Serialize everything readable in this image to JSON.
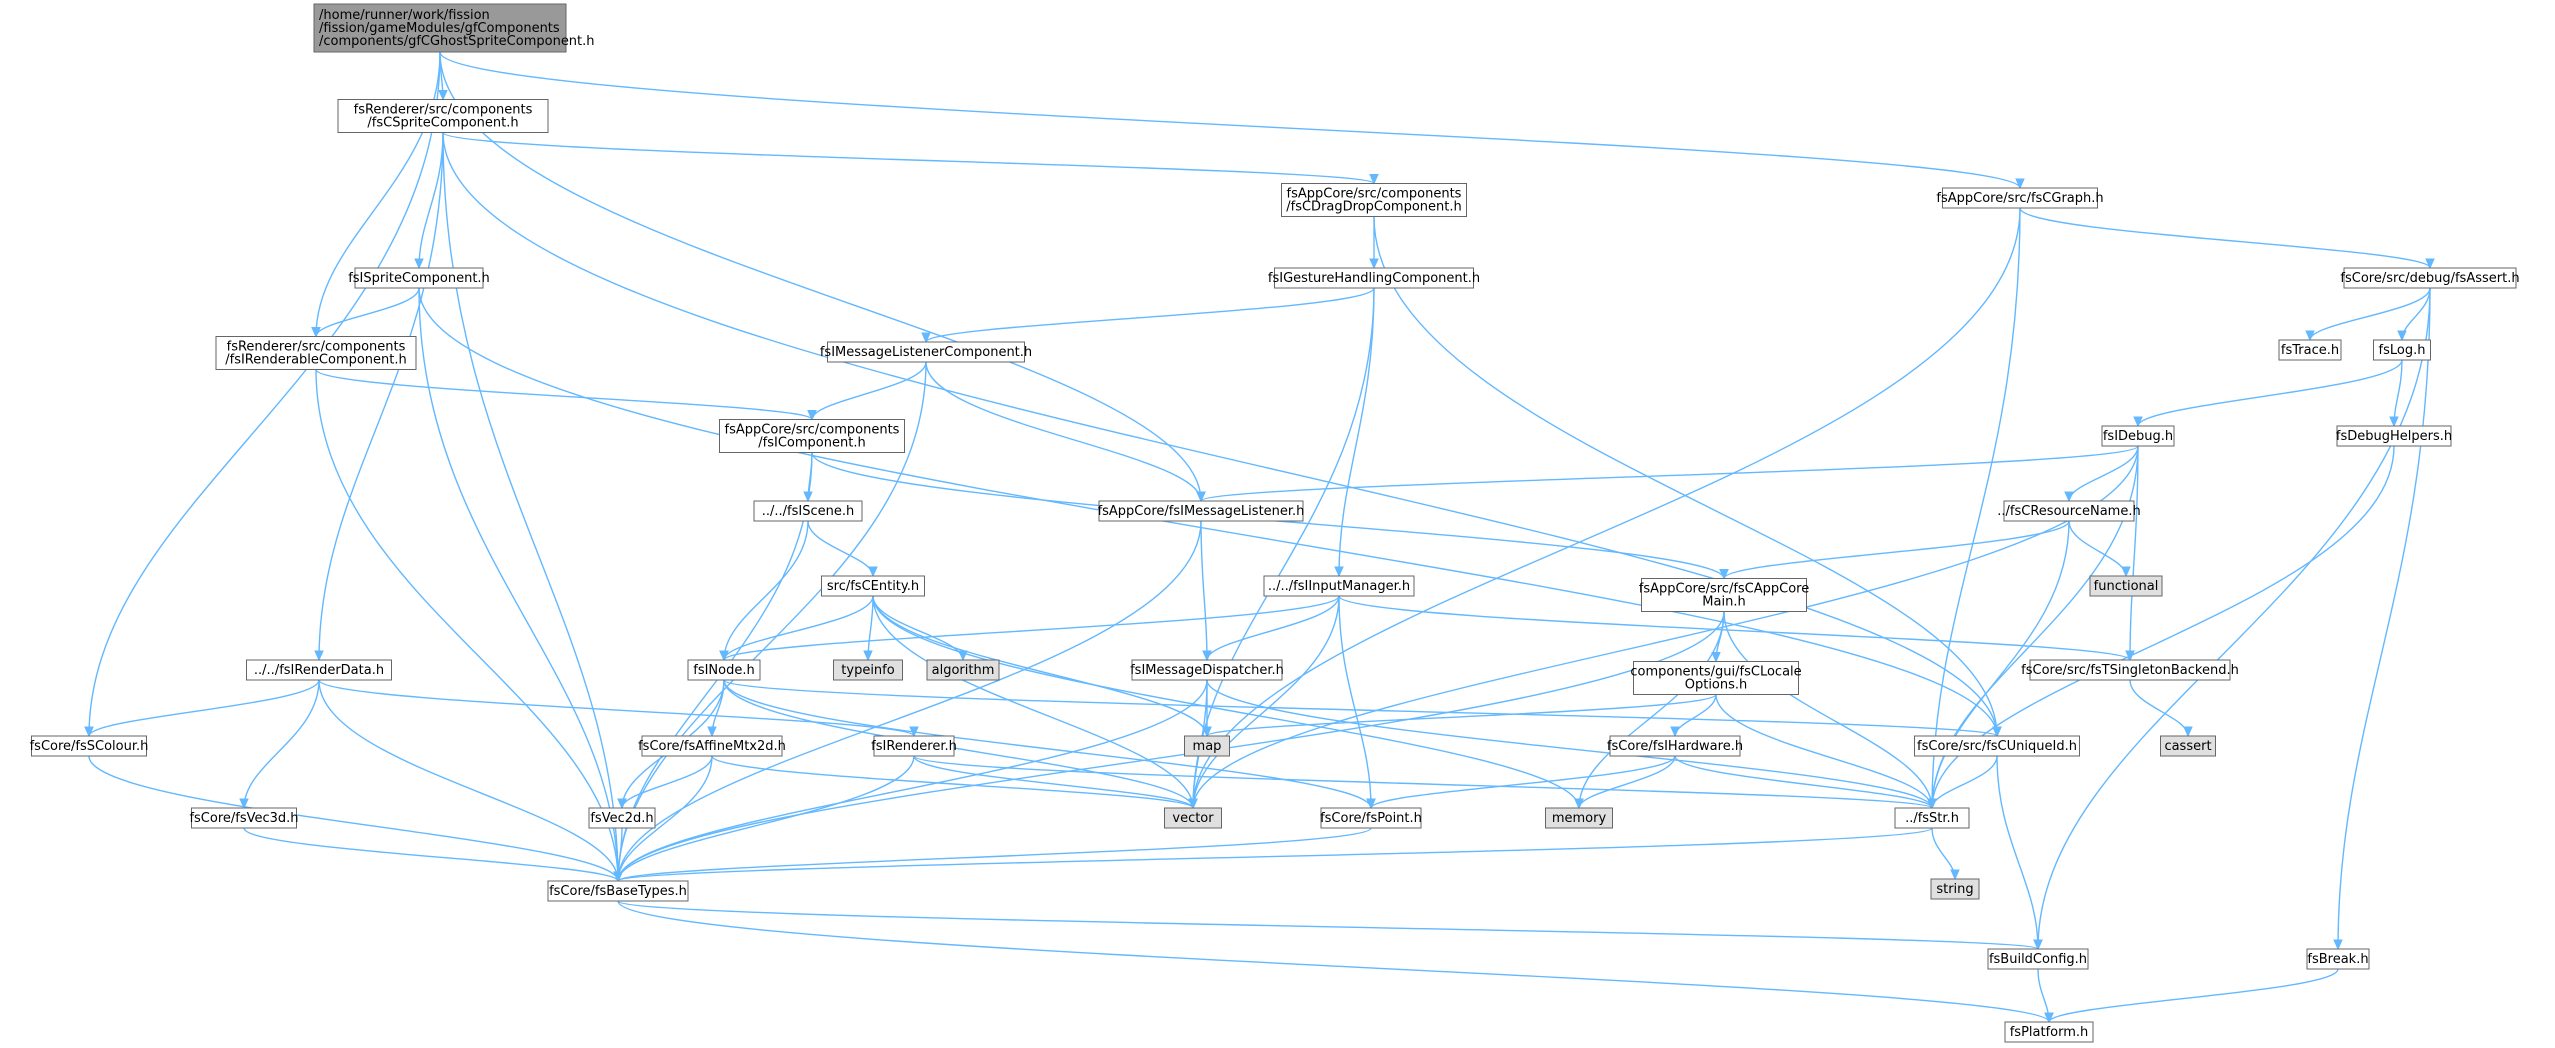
{
  "colors": {
    "root_fill": "#999999",
    "normal_fill": "#ffffff",
    "system_fill": "#e0e0e0",
    "border": "#666666",
    "edge": "#63b8ff",
    "text": "#000000"
  },
  "nodes": [
    {
      "id": "root",
      "kind": "root",
      "lines": [
        "/home/runner/work/fission",
        "/fission/gameModules/gfComponents",
        "/components/gfCGhostSpriteComponent.h"
      ]
    },
    {
      "id": "spritecomp",
      "kind": "normal",
      "lines": [
        "fsRenderer/src/components",
        "/fsCSpriteComponent.h"
      ]
    },
    {
      "id": "cgraph",
      "kind": "normal",
      "lines": [
        "fsAppCore/src/fsCGraph.h"
      ]
    },
    {
      "id": "dragdrop",
      "kind": "normal",
      "lines": [
        "fsAppCore/src/components",
        "/fsCDragDropComponent.h"
      ]
    },
    {
      "id": "assert",
      "kind": "normal",
      "lines": [
        "fsCore/src/debug/fsAssert.h"
      ]
    },
    {
      "id": "isprite",
      "kind": "normal",
      "lines": [
        "fsISpriteComponent.h"
      ]
    },
    {
      "id": "gesture",
      "kind": "normal",
      "lines": [
        "fsIGestureHandlingComponent.h"
      ]
    },
    {
      "id": "trace",
      "kind": "normal",
      "lines": [
        "fsTrace.h"
      ]
    },
    {
      "id": "log",
      "kind": "normal",
      "lines": [
        "fsLog.h"
      ]
    },
    {
      "id": "renderable",
      "kind": "normal",
      "lines": [
        "fsRenderer/src/components",
        "/fsIRenderableComponent.h"
      ]
    },
    {
      "id": "msglistcomp",
      "kind": "normal",
      "lines": [
        "fsIMessageListenerComponent.h"
      ]
    },
    {
      "id": "icomponent",
      "kind": "normal",
      "lines": [
        "fsAppCore/src/components",
        "/fsIComponent.h"
      ]
    },
    {
      "id": "idebug",
      "kind": "normal",
      "lines": [
        "fsIDebug.h"
      ]
    },
    {
      "id": "debughelpers",
      "kind": "normal",
      "lines": [
        "fsDebugHelpers.h"
      ]
    },
    {
      "id": "iscene",
      "kind": "normal",
      "lines": [
        "../../fsIScene.h"
      ]
    },
    {
      "id": "msglistener",
      "kind": "normal",
      "lines": [
        "fsAppCore/fsIMessageListener.h"
      ]
    },
    {
      "id": "resname",
      "kind": "normal",
      "lines": [
        "../fsCResourceName.h"
      ]
    },
    {
      "id": "functional",
      "kind": "system",
      "lines": [
        "functional"
      ]
    },
    {
      "id": "entity",
      "kind": "normal",
      "lines": [
        "src/fsCEntity.h"
      ]
    },
    {
      "id": "inputmgr",
      "kind": "normal",
      "lines": [
        "../../fsIInputManager.h"
      ]
    },
    {
      "id": "appcoremain",
      "kind": "normal",
      "lines": [
        "fsAppCore/src/fsCAppCore",
        "Main.h"
      ]
    },
    {
      "id": "renderdata",
      "kind": "normal",
      "lines": [
        "../../fsIRenderData.h"
      ]
    },
    {
      "id": "inode",
      "kind": "normal",
      "lines": [
        "fsINode.h"
      ]
    },
    {
      "id": "typeinfo",
      "kind": "system",
      "lines": [
        "typeinfo"
      ]
    },
    {
      "id": "algorithm",
      "kind": "system",
      "lines": [
        "algorithm"
      ]
    },
    {
      "id": "msgdispatcher",
      "kind": "normal",
      "lines": [
        "fsIMessageDispatcher.h"
      ]
    },
    {
      "id": "localeopts",
      "kind": "normal",
      "lines": [
        "components/gui/fsCLocale",
        "Options.h"
      ]
    },
    {
      "id": "singleton",
      "kind": "normal",
      "lines": [
        "fsCore/src/fsTSingletonBackend.h"
      ]
    },
    {
      "id": "map",
      "kind": "system",
      "lines": [
        "map"
      ]
    },
    {
      "id": "cassert",
      "kind": "system",
      "lines": [
        "cassert"
      ]
    },
    {
      "id": "scolour",
      "kind": "normal",
      "lines": [
        "fsCore/fsSColour.h"
      ]
    },
    {
      "id": "affine",
      "kind": "normal",
      "lines": [
        "fsCore/fsAffineMtx2d.h"
      ]
    },
    {
      "id": "irenderer",
      "kind": "normal",
      "lines": [
        "fsIRenderer.h"
      ]
    },
    {
      "id": "ihardware",
      "kind": "normal",
      "lines": [
        "fsCore/fsIHardware.h"
      ]
    },
    {
      "id": "cuniqueid",
      "kind": "normal",
      "lines": [
        "fsCore/src/fsCUniqueId.h"
      ]
    },
    {
      "id": "vec3d",
      "kind": "normal",
      "lines": [
        "fsCore/fsVec3d.h"
      ]
    },
    {
      "id": "vec2d",
      "kind": "normal",
      "lines": [
        "fsVec2d.h"
      ]
    },
    {
      "id": "vector",
      "kind": "system",
      "lines": [
        "vector"
      ]
    },
    {
      "id": "point",
      "kind": "normal",
      "lines": [
        "fsCore/fsPoint.h"
      ]
    },
    {
      "id": "memory",
      "kind": "system",
      "lines": [
        "memory"
      ]
    },
    {
      "id": "fsstr",
      "kind": "normal",
      "lines": [
        "../fsStr.h"
      ]
    },
    {
      "id": "string",
      "kind": "system",
      "lines": [
        "string"
      ]
    },
    {
      "id": "basetypes",
      "kind": "normal",
      "lines": [
        "fsCore/fsBaseTypes.h"
      ]
    },
    {
      "id": "buildconfig",
      "kind": "normal",
      "lines": [
        "fsBuildConfig.h"
      ]
    },
    {
      "id": "break",
      "kind": "normal",
      "lines": [
        "fsBreak.h"
      ]
    },
    {
      "id": "platform",
      "kind": "normal",
      "lines": [
        "fsPlatform.h"
      ]
    }
  ],
  "edges": [
    [
      "root",
      "spritecomp"
    ],
    [
      "root",
      "cgraph"
    ],
    [
      "root",
      "renderable"
    ],
    [
      "root",
      "msglistener"
    ],
    [
      "root",
      "scolour"
    ],
    [
      "spritecomp",
      "dragdrop"
    ],
    [
      "spritecomp",
      "isprite"
    ],
    [
      "spritecomp",
      "renderdata"
    ],
    [
      "spritecomp",
      "cuniqueid"
    ],
    [
      "spritecomp",
      "basetypes"
    ],
    [
      "cgraph",
      "assert"
    ],
    [
      "cgraph",
      "vector"
    ],
    [
      "cgraph",
      "fsstr"
    ],
    [
      "dragdrop",
      "gesture"
    ],
    [
      "dragdrop",
      "cuniqueid"
    ],
    [
      "assert",
      "trace"
    ],
    [
      "assert",
      "log"
    ],
    [
      "assert",
      "break"
    ],
    [
      "assert",
      "buildconfig"
    ],
    [
      "isprite",
      "renderable"
    ],
    [
      "isprite",
      "basetypes"
    ],
    [
      "isprite",
      "cuniqueid"
    ],
    [
      "gesture",
      "msglistcomp"
    ],
    [
      "gesture",
      "inputmgr"
    ],
    [
      "gesture",
      "vector"
    ],
    [
      "log",
      "idebug"
    ],
    [
      "log",
      "debughelpers"
    ],
    [
      "renderable",
      "icomponent"
    ],
    [
      "renderable",
      "basetypes"
    ],
    [
      "msglistcomp",
      "icomponent"
    ],
    [
      "msglistcomp",
      "msglistener"
    ],
    [
      "msglistcomp",
      "basetypes"
    ],
    [
      "icomponent",
      "iscene"
    ],
    [
      "icomponent",
      "appcoremain"
    ],
    [
      "icomponent",
      "basetypes"
    ],
    [
      "idebug",
      "msglistener"
    ],
    [
      "idebug",
      "resname"
    ],
    [
      "idebug",
      "singleton"
    ],
    [
      "idebug",
      "fsstr"
    ],
    [
      "idebug",
      "vector"
    ],
    [
      "debughelpers",
      "fsstr"
    ],
    [
      "iscene",
      "entity"
    ],
    [
      "iscene",
      "inode"
    ],
    [
      "msglistener",
      "msgdispatcher"
    ],
    [
      "msglistener",
      "basetypes"
    ],
    [
      "resname",
      "functional"
    ],
    [
      "resname",
      "appcoremain"
    ],
    [
      "resname",
      "fsstr"
    ],
    [
      "entity",
      "inode"
    ],
    [
      "entity",
      "typeinfo"
    ],
    [
      "entity",
      "algorithm"
    ],
    [
      "entity",
      "map"
    ],
    [
      "entity",
      "vector"
    ],
    [
      "entity",
      "memory"
    ],
    [
      "inputmgr",
      "inode"
    ],
    [
      "inputmgr",
      "msgdispatcher"
    ],
    [
      "inputmgr",
      "singleton"
    ],
    [
      "inputmgr",
      "point"
    ],
    [
      "inputmgr",
      "vector"
    ],
    [
      "appcoremain",
      "localeopts"
    ],
    [
      "appcoremain",
      "memory"
    ],
    [
      "appcoremain",
      "fsstr"
    ],
    [
      "appcoremain",
      "basetypes"
    ],
    [
      "renderdata",
      "scolour"
    ],
    [
      "renderdata",
      "vec3d"
    ],
    [
      "renderdata",
      "irenderer"
    ],
    [
      "renderdata",
      "basetypes"
    ],
    [
      "inode",
      "affine"
    ],
    [
      "inode",
      "vec2d"
    ],
    [
      "inode",
      "vector"
    ],
    [
      "inode",
      "point"
    ],
    [
      "inode",
      "cuniqueid"
    ],
    [
      "msgdispatcher",
      "map"
    ],
    [
      "msgdispatcher",
      "vector"
    ],
    [
      "msgdispatcher",
      "fsstr"
    ],
    [
      "msgdispatcher",
      "basetypes"
    ],
    [
      "localeopts",
      "ihardware"
    ],
    [
      "localeopts",
      "map"
    ],
    [
      "localeopts",
      "fsstr"
    ],
    [
      "singleton",
      "cassert"
    ],
    [
      "scolour",
      "basetypes"
    ],
    [
      "affine",
      "vec2d"
    ],
    [
      "affine",
      "vector"
    ],
    [
      "affine",
      "basetypes"
    ],
    [
      "irenderer",
      "vector"
    ],
    [
      "irenderer",
      "fsstr"
    ],
    [
      "irenderer",
      "basetypes"
    ],
    [
      "ihardware",
      "point"
    ],
    [
      "ihardware",
      "memory"
    ],
    [
      "ihardware",
      "fsstr"
    ],
    [
      "cuniqueid",
      "fsstr"
    ],
    [
      "cuniqueid",
      "buildconfig"
    ],
    [
      "vec3d",
      "basetypes"
    ],
    [
      "vec2d",
      "basetypes"
    ],
    [
      "point",
      "basetypes"
    ],
    [
      "fsstr",
      "string"
    ],
    [
      "fsstr",
      "basetypes"
    ],
    [
      "basetypes",
      "buildconfig"
    ],
    [
      "basetypes",
      "platform"
    ],
    [
      "buildconfig",
      "platform"
    ],
    [
      "break",
      "platform"
    ]
  ]
}
